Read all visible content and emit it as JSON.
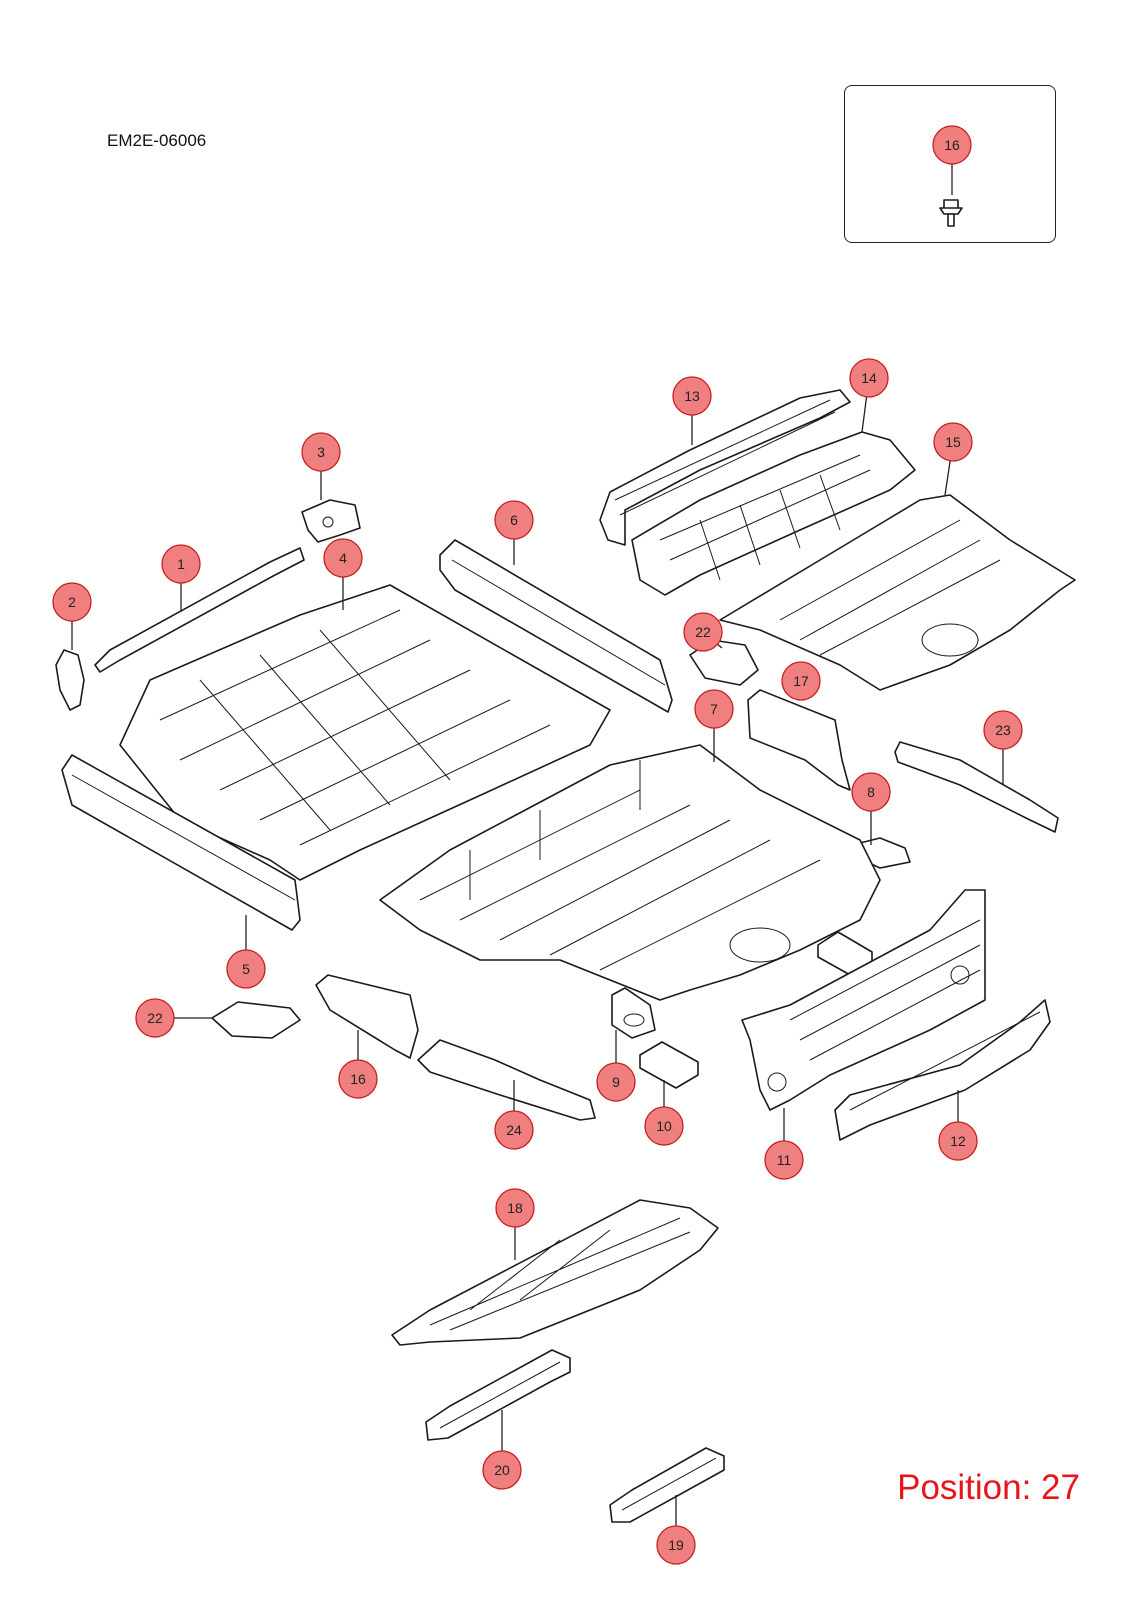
{
  "drawing_code": "EM2E-06006",
  "position_label": "Position: 27",
  "callout_color": "#f08080",
  "callouts": [
    {
      "label": "16"
    },
    {
      "label": "13"
    },
    {
      "label": "14"
    },
    {
      "label": "15"
    },
    {
      "label": "3"
    },
    {
      "label": "6"
    },
    {
      "label": "1"
    },
    {
      "label": "4"
    },
    {
      "label": "2"
    },
    {
      "label": "22"
    },
    {
      "label": "17"
    },
    {
      "label": "7"
    },
    {
      "label": "23"
    },
    {
      "label": "8"
    },
    {
      "label": "5"
    },
    {
      "label": "22"
    },
    {
      "label": "16"
    },
    {
      "label": "9"
    },
    {
      "label": "24"
    },
    {
      "label": "10"
    },
    {
      "label": "11"
    },
    {
      "label": "12"
    },
    {
      "label": "18"
    },
    {
      "label": "20"
    },
    {
      "label": "19"
    }
  ]
}
